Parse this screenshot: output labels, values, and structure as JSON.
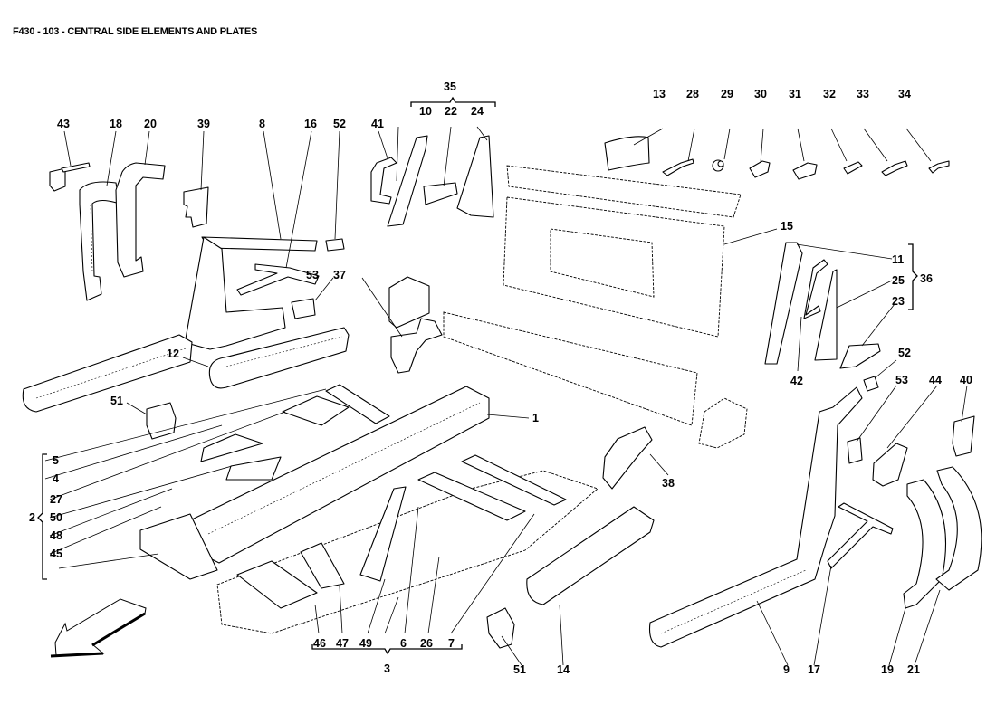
{
  "header": {
    "title": "F430 - 103 - CENTRAL SIDE ELEMENTS AND PLATES"
  },
  "diagram": {
    "orientation_arrow": "arrow-front-left",
    "groups": [
      {
        "id": "35",
        "members": [
          "10",
          "22",
          "24"
        ]
      },
      {
        "id": "36",
        "members": [
          "11",
          "25",
          "23"
        ]
      },
      {
        "id": "2",
        "members": [
          "5",
          "4",
          "27",
          "50",
          "48",
          "45",
          ""
        ]
      },
      {
        "id": "3",
        "members": [
          "46",
          "47",
          "49",
          "",
          "6",
          "26",
          "7"
        ]
      }
    ],
    "callouts": {
      "c43": "43",
      "c18": "18",
      "c20": "20",
      "c39": "39",
      "c8": "8",
      "c16": "16",
      "c52a": "52",
      "c41": "41",
      "c35": "35",
      "c10": "10",
      "c22": "22",
      "c24": "24",
      "c13": "13",
      "c28": "28",
      "c29": "29",
      "c30": "30",
      "c31": "31",
      "c32": "32",
      "c33": "33",
      "c34": "34",
      "c15": "15",
      "c11": "11",
      "c25": "25",
      "c23": "23",
      "c36": "36",
      "c53a": "53",
      "c37": "37",
      "c12": "12",
      "c51a": "51",
      "c1": "1",
      "c42": "42",
      "c52b": "52",
      "c53b": "53",
      "c44": "44",
      "c40": "40",
      "c38": "38",
      "c5": "5",
      "c4": "4",
      "c27": "27",
      "c2": "2",
      "c50": "50",
      "c48": "48",
      "c45": "45",
      "c46": "46",
      "c47": "47",
      "c49": "49",
      "c6": "6",
      "c26": "26",
      "c7": "7",
      "c3": "3",
      "c51b": "51",
      "c14": "14",
      "c9": "9",
      "c17": "17",
      "c19": "19",
      "c21": "21"
    }
  }
}
